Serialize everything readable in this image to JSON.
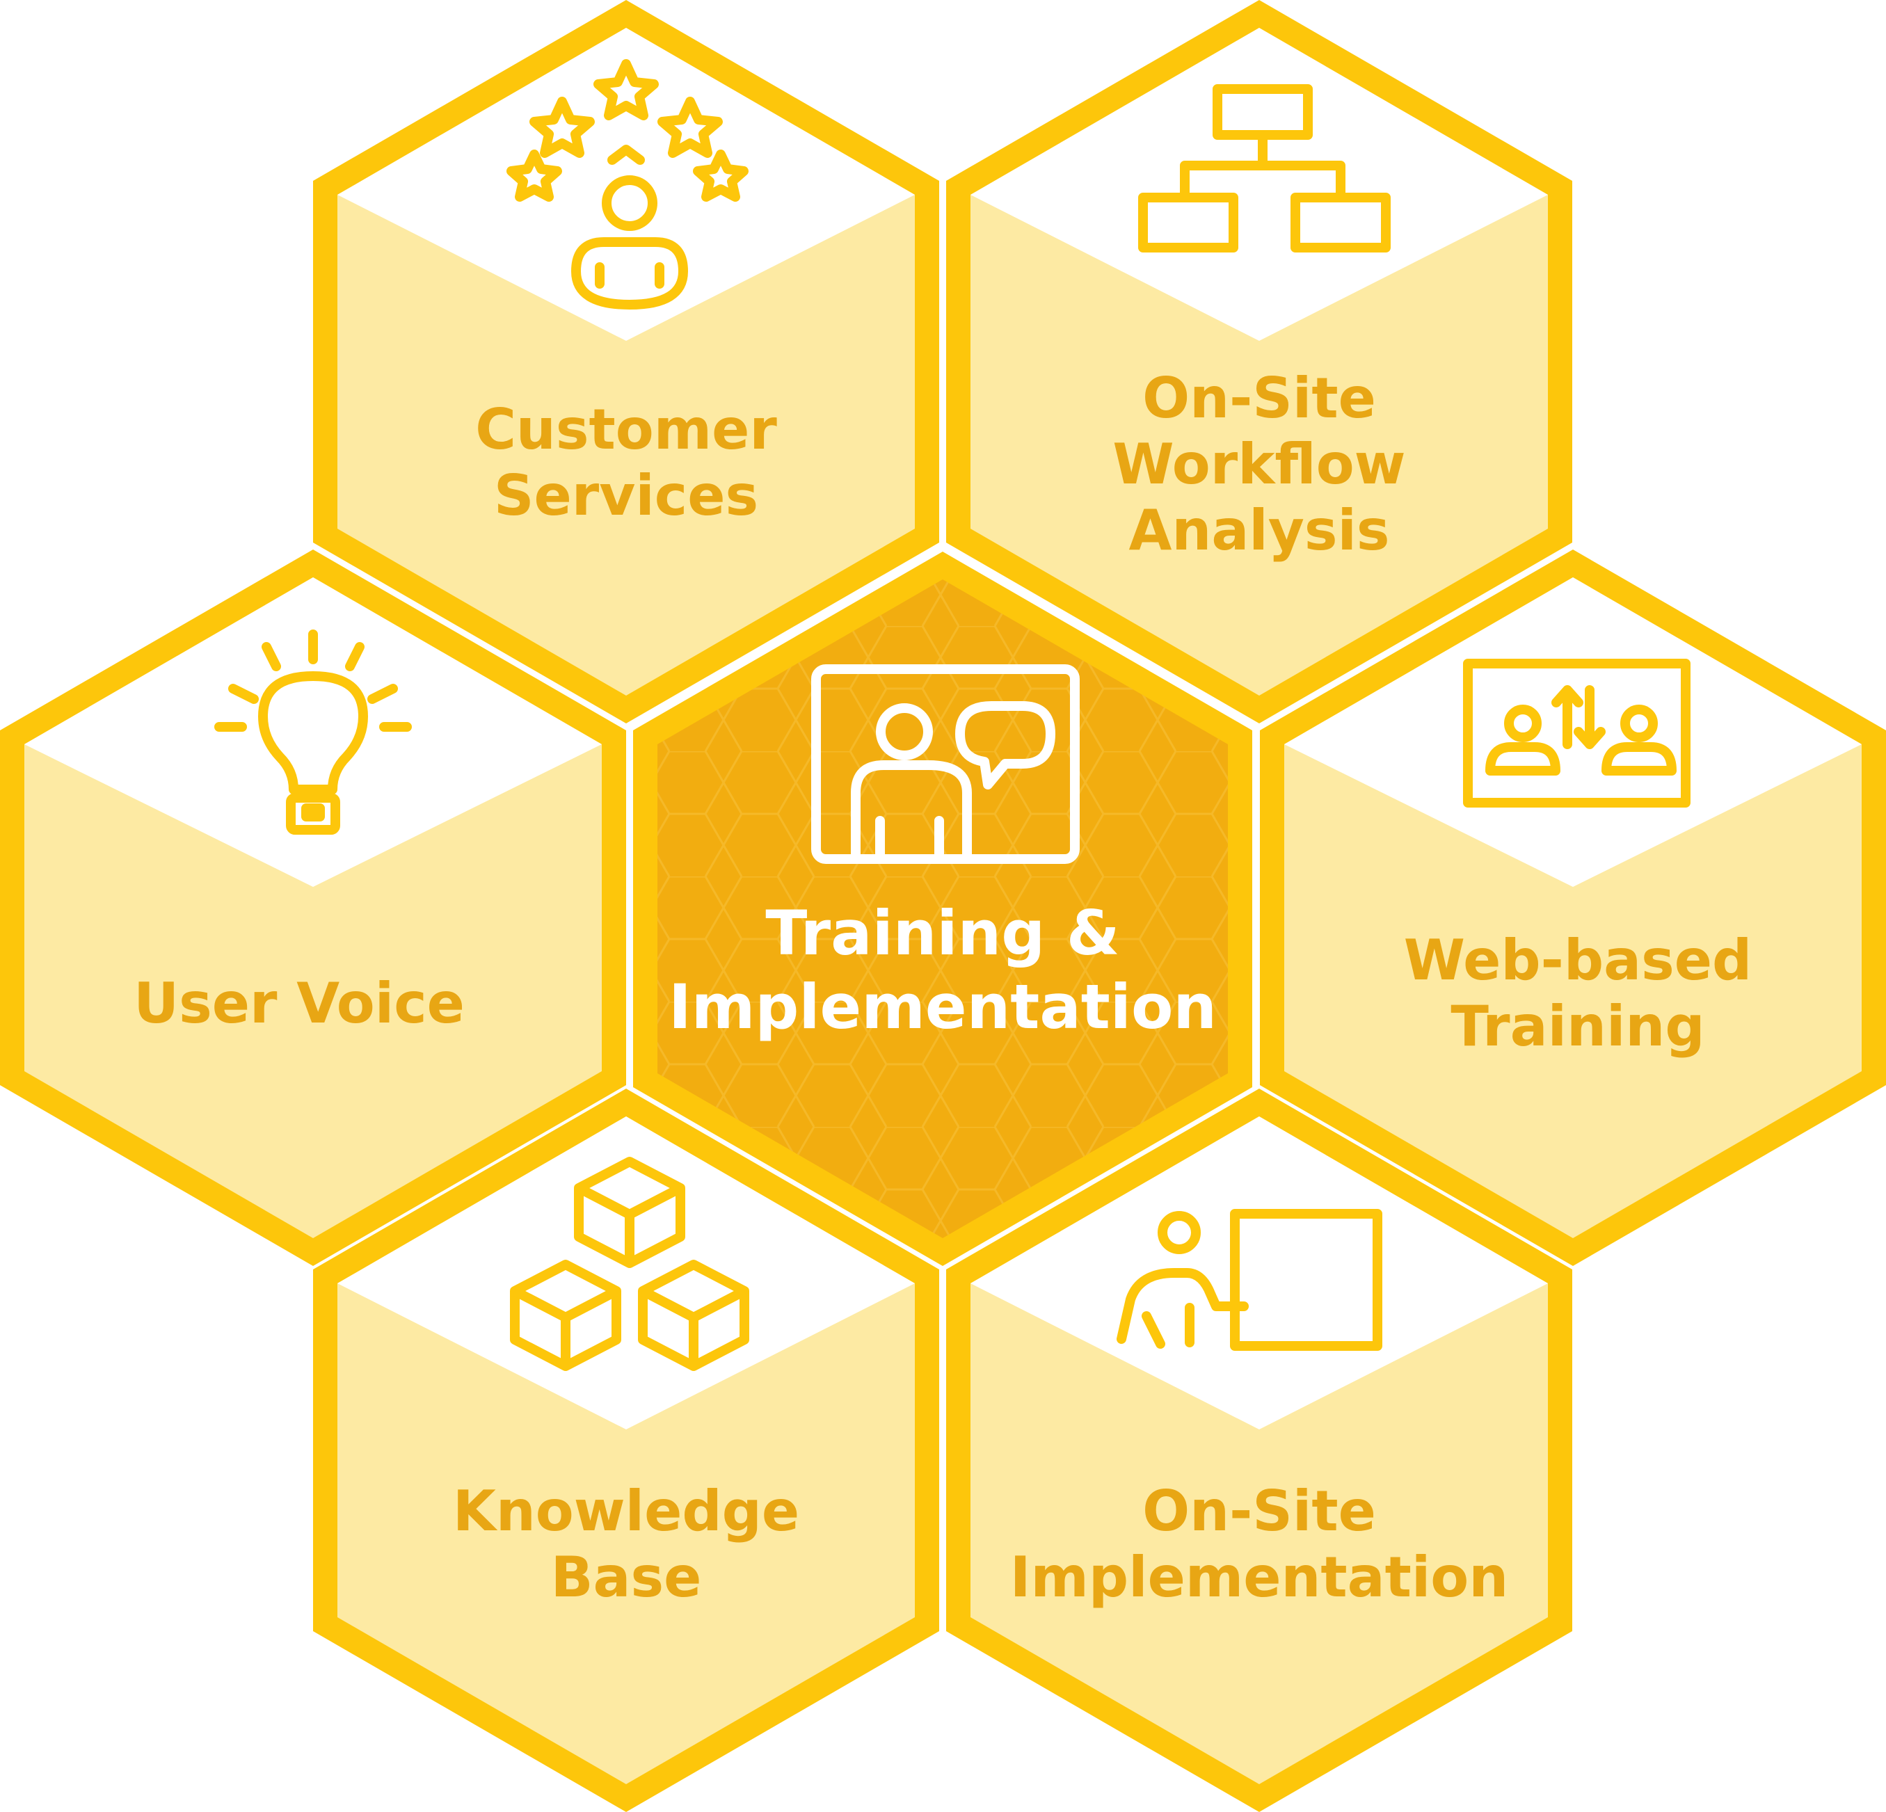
{
  "colors": {
    "border": "#FDC60B",
    "face": "#FDEAA3",
    "top_face": "#FFFFFF",
    "center_fill": "#F2AD10",
    "center_pattern": "#F7C13A",
    "label": "#E8A614",
    "icon": "#FDC60B",
    "center_text": "#FFFFFF"
  },
  "cells": {
    "customer_services": {
      "label": [
        "Customer",
        "Services"
      ],
      "icon": "customer-rating-icon"
    },
    "workflow_analysis": {
      "label": [
        "On-Site",
        "Workflow",
        "Analysis"
      ],
      "icon": "org-chart-icon"
    },
    "user_voice": {
      "label": [
        "User Voice"
      ],
      "icon": "lightbulb-icon"
    },
    "training_implementation": {
      "label": [
        "Training &",
        "Implementation"
      ],
      "icon": "video-conference-icon"
    },
    "web_training": {
      "label": [
        "Web-based",
        "Training"
      ],
      "icon": "users-exchange-icon"
    },
    "knowledge_base": {
      "label": [
        "Knowledge",
        "Base"
      ],
      "icon": "boxes-icon"
    },
    "onsite_implementation": {
      "label": [
        "On-Site",
        "Implementation"
      ],
      "icon": "presenter-icon"
    }
  }
}
